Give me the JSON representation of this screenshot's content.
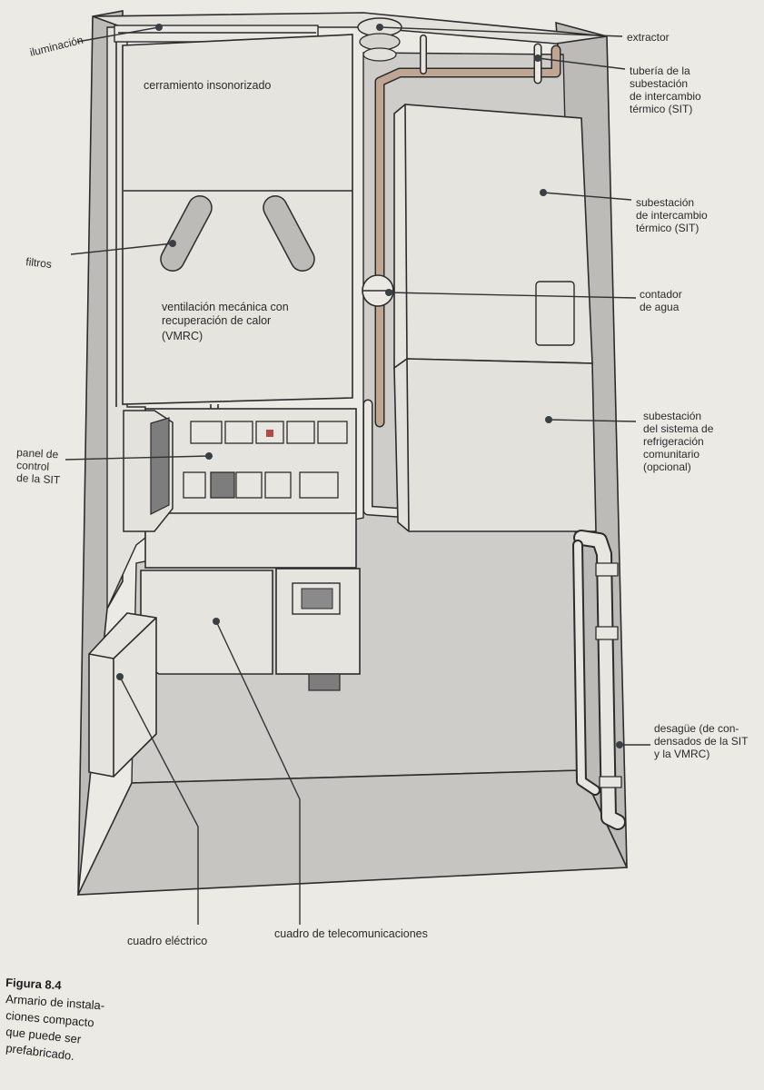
{
  "labels": {
    "iluminacion": "iluminación",
    "extractor": "extractor",
    "cerramiento": "cerramiento insonorizado",
    "tuberia": [
      "tubería de la",
      "subestación",
      "de intercambio",
      "térmico (SIT)"
    ],
    "subestacion_sit": [
      "subestación",
      "de intercambio",
      "térmico (SIT)"
    ],
    "filtros": "filtros",
    "vmrc": [
      "ventilación mecánica con",
      "recuperación de calor",
      "(VMRC)"
    ],
    "contador": [
      "contador",
      "de agua"
    ],
    "subestacion_refrig": [
      "subestación",
      "del sistema de",
      "refrigeración",
      "comunitario",
      "(opcional)"
    ],
    "panel": [
      "panel de",
      "control",
      "de la SIT"
    ],
    "desague": [
      "desagüe (de con-",
      "densados de la SIT",
      "y la VMRC)"
    ],
    "cuadro_electrico": "cuadro eléctrico",
    "cuadro_telecom": "cuadro de telecomunicaciones"
  },
  "caption": {
    "title": "Figura 8.4",
    "lines": [
      "Armario de instala-",
      "ciones compacto",
      "que puede ser",
      "prefabricado."
    ]
  },
  "colors": {
    "paper": "#eceae5",
    "floor": "#c9c7c4",
    "wall_dark": "#b9b7b4",
    "pipe": "#bfa692",
    "panel_dark": "#7d7d7d"
  }
}
